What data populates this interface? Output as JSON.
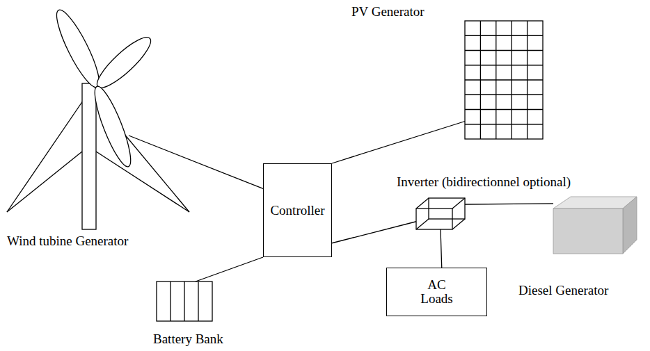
{
  "diagram": {
    "nodes": [
      {
        "text": [
          "Wind tubine Generator"
        ]
      },
      {
        "text": [
          "PV Generator"
        ]
      },
      {
        "text": [
          "Controller"
        ]
      },
      {
        "text": [
          "Inverter (bidirectionnel optional)"
        ]
      },
      {
        "text": [
          "Diesel Generator"
        ]
      },
      {
        "text": [
          "AC Loads"
        ]
      },
      {
        "text": [
          "Battery Bank"
        ]
      }
    ],
    "edges": [
      {
        "from": 0,
        "to": 2,
        "arrow": "none"
      },
      {
        "from": 1,
        "to": 2,
        "arrow": "none"
      },
      {
        "from": 6,
        "to": 2,
        "arrow": "none"
      },
      {
        "from": 2,
        "to": 3,
        "arrow": "none"
      },
      {
        "from": 3,
        "to": 4,
        "arrow": "none"
      },
      {
        "from": 3,
        "to": 5,
        "arrow": "none"
      }
    ]
  }
}
